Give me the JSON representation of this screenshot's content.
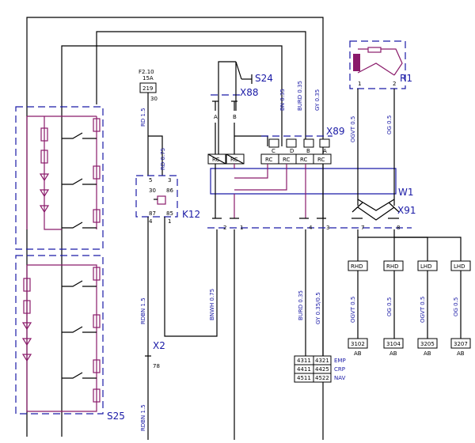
{
  "fuse": {
    "name": "F2.10",
    "rating": "15A",
    "id": "219",
    "pin": "30"
  },
  "wires": {
    "rd15": "RD 1.5",
    "rd075": "RD 0.75",
    "bn035": "BN 0.35",
    "burd035": "BURD 0.35",
    "gy035": "GY 0.35",
    "ogvt05_top": "OGVT 0.5",
    "og05_top": "OG 0.5",
    "rdbn15_a": "RDBN 1.5",
    "bnwh075": "BNWH 0.75",
    "burd035_b": "BURD 0.35",
    "gy035_05": "GY 0.35/0.5",
    "ogvt05_a": "OGVT 0.5",
    "og05_a": "OG 0.5",
    "ogvt05_b": "OGVT 0.5",
    "og05_b": "OG 0.5",
    "rdbn15_b": "RDBN 1.5"
  },
  "components": {
    "s24": "S24",
    "x88": "X88",
    "x89": "X89",
    "r1": "R1",
    "w1": "W1",
    "x91": "X91",
    "k12": "K12",
    "x2": "X2",
    "s25": "S25"
  },
  "pins": {
    "x88_a": "A",
    "x88_b": "B",
    "x89_c": "C",
    "x89_d": "D",
    "x89_b": "B",
    "x89_a": "A",
    "rc": "RC",
    "r1_1": "1",
    "r1_2": "2",
    "k12_5": "5",
    "k12_3": "3",
    "k12_30": "30",
    "k12_86": "86",
    "k12_87": "87",
    "k12_85": "85",
    "k12_4": "4",
    "k12_1": "1",
    "c_2": "2",
    "c_1": "1",
    "c_4": "4",
    "c_3": "3",
    "c_7": "7",
    "c_8": "8",
    "x2_78": "78"
  },
  "drive_labels": [
    "RHD",
    "RHD",
    "LHD",
    "LHD"
  ],
  "terminals": [
    {
      "id": "3102",
      "sub": "AB"
    },
    {
      "id": "3104",
      "sub": "AB"
    },
    {
      "id": "3205",
      "sub": "AB"
    },
    {
      "id": "3207",
      "sub": "AB"
    }
  ],
  "code_table": [
    {
      "a": "4311",
      "b": "4321",
      "label": "EMP"
    },
    {
      "a": "4411",
      "b": "4425",
      "label": "CRP"
    },
    {
      "a": "4511",
      "b": "4522",
      "label": "NAV"
    }
  ]
}
